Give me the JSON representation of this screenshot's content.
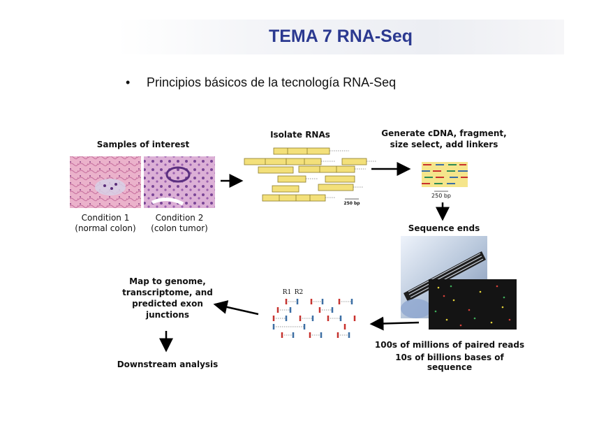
{
  "title": "TEMA 7 RNA-Seq",
  "bullet": "Principios básicos de la tecnología RNA-Seq",
  "colors": {
    "title": "#2b3990",
    "exon": "#f3e07a",
    "read_red": "#c9302c",
    "read_blue": "#3b6ea5",
    "tissue_pink": "#e9a9c6",
    "tissue_purple": "#7d4a9a"
  },
  "diagram": {
    "samples_label": "Samples of interest",
    "condition1_line1": "Condition 1",
    "condition1_line2": "(normal colon)",
    "condition2_line1": "Condition 2",
    "condition2_line2": "(colon tumor)",
    "isolate_label": "Isolate RNAs",
    "rna_scale": "250 bp",
    "generate_line1": "Generate cDNA, fragment,",
    "generate_line2": "size select, add linkers",
    "fragment_scale": "250 bp",
    "sequence_label": "Sequence ends",
    "reads_line1": "100s of millions of paired reads",
    "reads_line2": "10s of billions bases of sequence",
    "read_r1": "R1",
    "read_r2": "R2",
    "map_line1": "Map to genome,",
    "map_line2": "transcriptome, and",
    "map_line3": "predicted exon",
    "map_line4": "junctions",
    "downstream_label": "Downstream analysis"
  }
}
